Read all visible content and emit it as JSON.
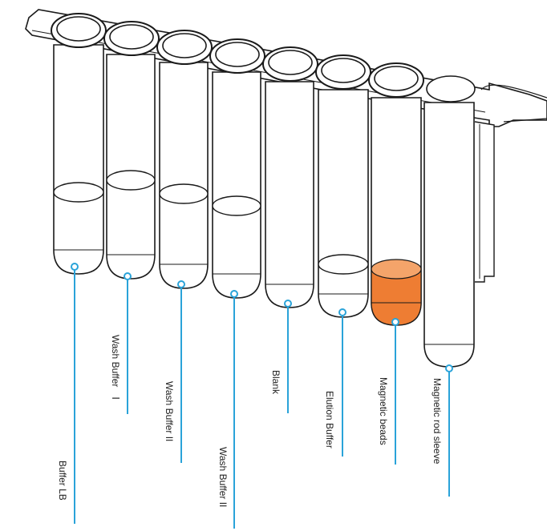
{
  "colors": {
    "outline": "#1a1a1a",
    "leader": "#2aa3d9",
    "beads_top": "#f4a46a",
    "beads_body": "#ee7d33"
  },
  "labels": [
    {
      "id": "buffer-lb",
      "text": "Buffer LB"
    },
    {
      "id": "wash-buffer-1",
      "text": "Wash Buffer　Ⅰ"
    },
    {
      "id": "wash-buffer-2a",
      "text": "Wash Buffer II"
    },
    {
      "id": "wash-buffer-2b",
      "text": "Wash Buffer II"
    },
    {
      "id": "blank",
      "text": "Blank"
    },
    {
      "id": "elution-buffer",
      "text": "Elution Buffer"
    },
    {
      "id": "magnetic-beads",
      "text": "Magnetic beads"
    },
    {
      "id": "magnetic-rod-sleeve",
      "text": "Magnetic  rod sleeve"
    }
  ]
}
